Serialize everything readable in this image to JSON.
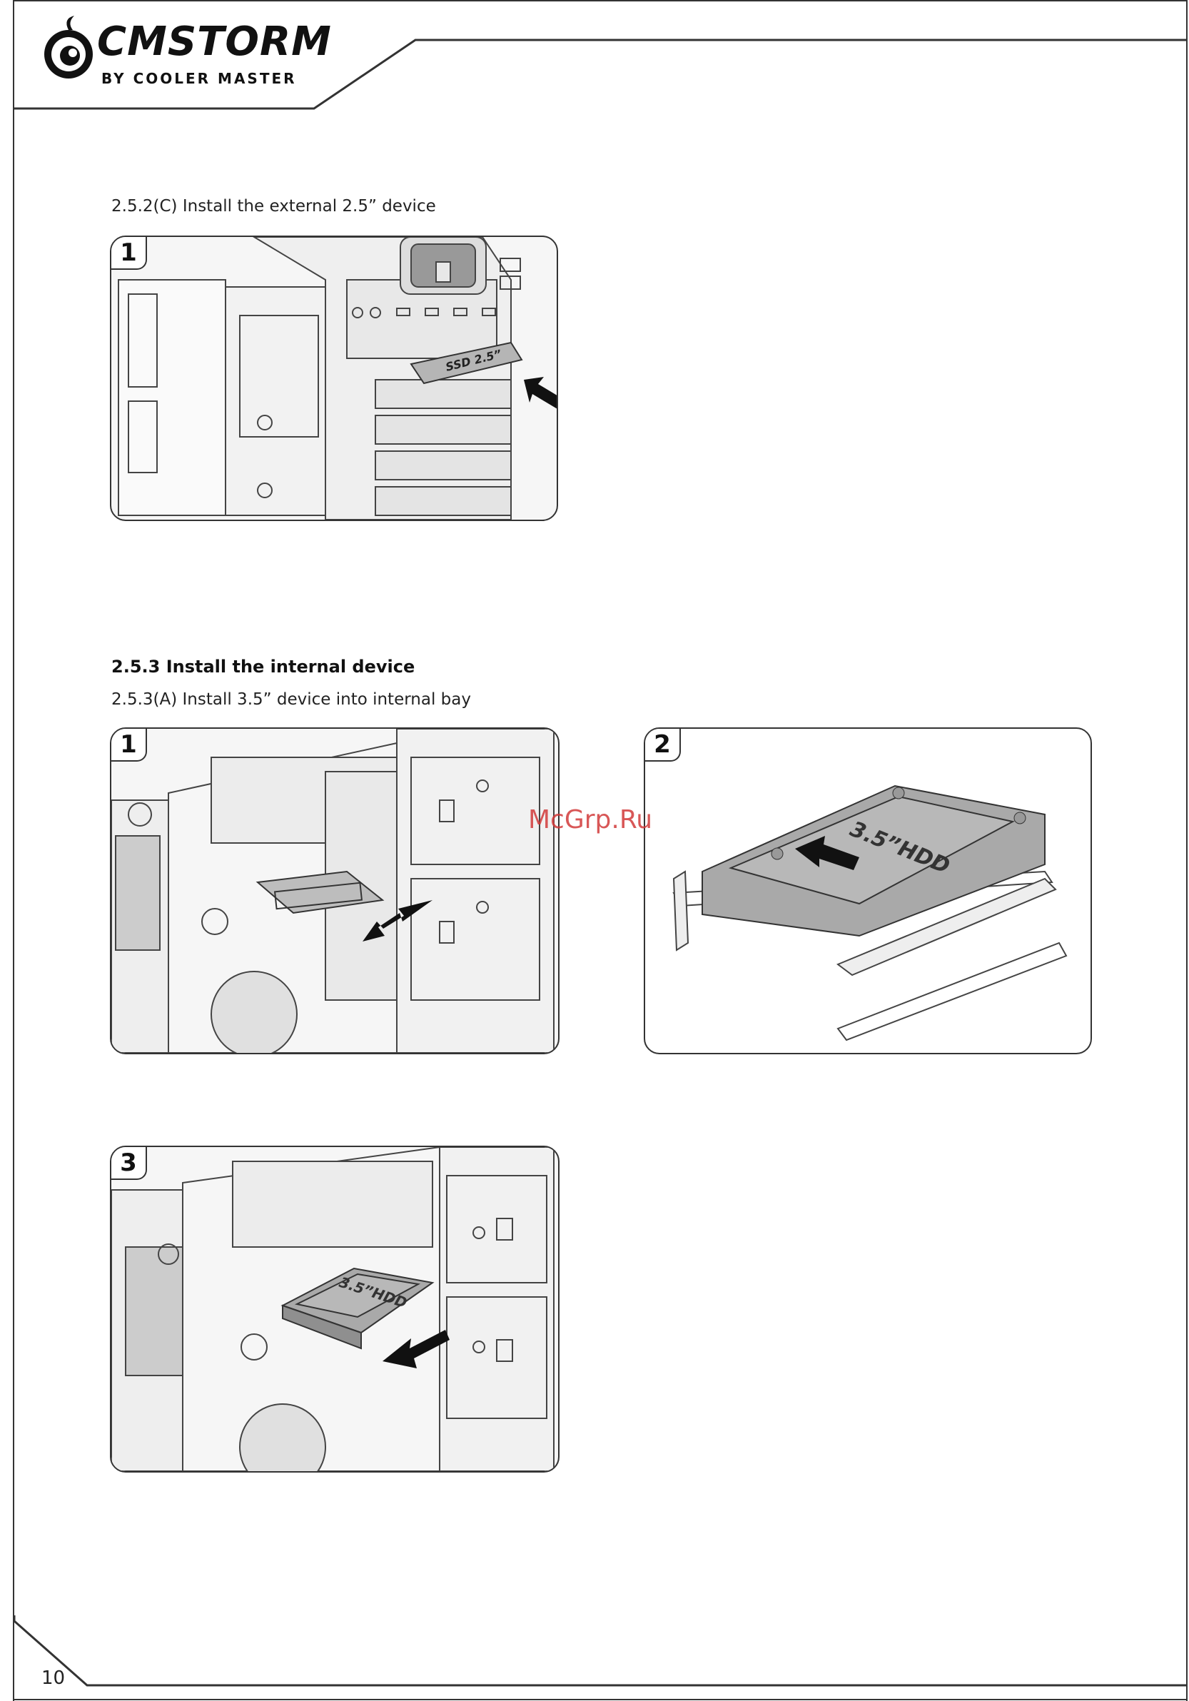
{
  "header": {
    "brand_name": "CMSTORM",
    "brand_sub": "BY COOLER MASTER"
  },
  "sections": [
    {
      "caption": "2.5.2(C) Install the external 2.5” device",
      "figures": [
        {
          "step": "1",
          "label": "SSD 2.5”"
        }
      ]
    },
    {
      "heading": "2.5.3 Install the internal device",
      "caption": "2.5.3(A) Install 3.5” device into internal bay",
      "figures": [
        {
          "step": "1"
        },
        {
          "step": "2",
          "label": "3.5”HDD"
        },
        {
          "step": "3",
          "label": "3.5”HDD"
        }
      ]
    }
  ],
  "watermark": "McGrp.Ru",
  "footer": {
    "page_number": "10"
  },
  "colors": {
    "line": "#333333",
    "hdd_fill": "#a9a9a9",
    "watermark": "#d23a3a"
  }
}
